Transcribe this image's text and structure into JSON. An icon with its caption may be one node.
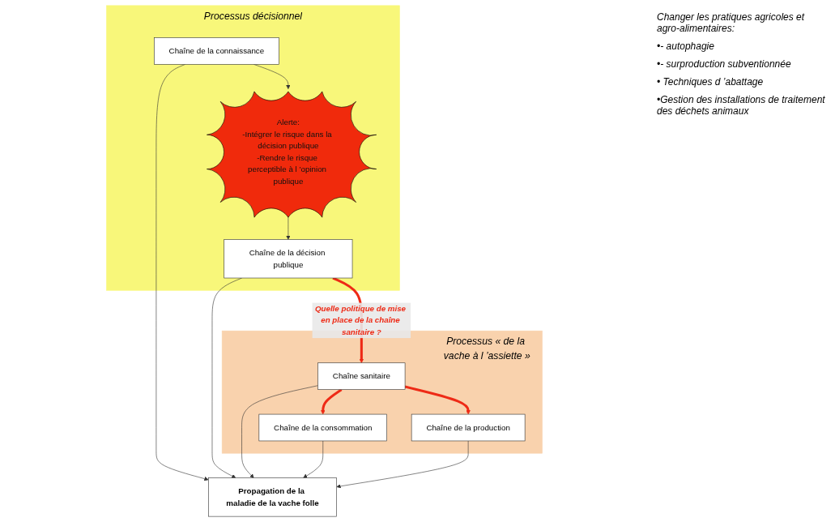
{
  "diagram": {
    "nodes": [
      {
        "text": [
          "Processus « de la vache à l ’assiette »"
        ]
      },
      {
        "text": [
          "Chaîne de la consommation"
        ],
        "in": 0
      },
      {
        "text": [
          "Chaîne de la production"
        ],
        "in": 0
      },
      {
        "text": [
          "Processus décisionnel"
        ]
      },
      {
        "text": [
          "Chaîne de la connaissance"
        ],
        "in": 3
      },
      {
        "text": [
          "Alerte:",
          "-Intégrer le risque dans la décision publique",
          "-Rendre le risque perceptible à l ’opinion publique"
        ],
        "in": 3
      },
      {
        "text": [
          "Propagation de la maladie de la vache folle"
        ]
      },
      {
        "text": [
          "Chaîne sanitaire"
        ],
        "in": 0
      },
      {
        "text": [
          "Chaîne de la décision publique"
        ],
        "in": 3
      }
    ],
    "edges": [
      {
        "from": 1,
        "to": 6,
        "arrow": "to"
      },
      {
        "from": 2,
        "to": 6,
        "arrow": "to"
      },
      {
        "from": 4,
        "to": 6,
        "arrow": "to"
      },
      {
        "from": 4,
        "to": 5,
        "arrow": "to"
      },
      {
        "from": 5,
        "to": 8,
        "arrow": "to"
      },
      {
        "from": 7,
        "to": 6,
        "arrow": "to"
      },
      {
        "from": 8,
        "to": 6,
        "arrow": "to"
      },
      {
        "from": 7,
        "to": 1,
        "arrow": "to",
        "style": "thick",
        "color": "#ee2a16"
      },
      {
        "from": 7,
        "to": 2,
        "arrow": "to",
        "style": "thick",
        "color": "#ee2a16"
      },
      {
        "from": 8,
        "to": 7,
        "arrow": "to",
        "style": "thick",
        "color": "#ee2a16",
        "label": "Quelle politique de mise en place de la chaîne sanitaire ?"
      }
    ],
    "labels": [
      "Changer les pratiques agricoles et agro-alimentaires:",
      "•- autophagie",
      "•- surproduction subventionnée",
      "• Techniques d ’abattage",
      "•Gestion des installations de traitement des déchets animaux"
    ]
  }
}
